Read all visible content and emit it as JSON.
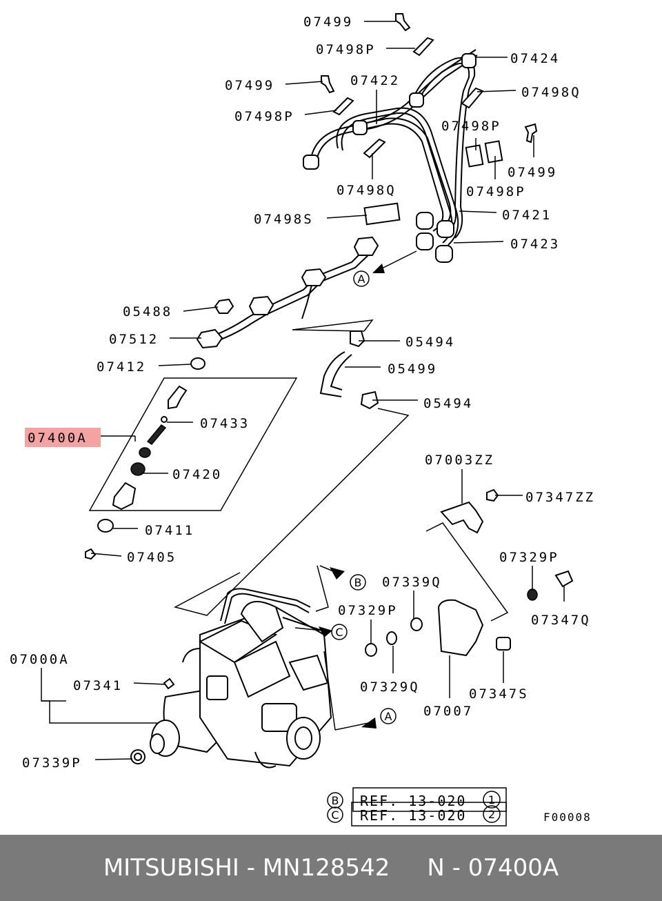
{
  "labels": {
    "l07499a": "07499",
    "l07498pa": "07498P",
    "l07424": "07424",
    "l07499b": "07499",
    "l07422": "07422",
    "l07498qa": "07498Q",
    "l07498pb": "07498P",
    "l07498pc": "07498P",
    "l07499c": "07499",
    "l07498qb": "07498Q",
    "l07498pd": "07498P",
    "l07498s": "07498S",
    "l07421": "07421",
    "l07423": "07423",
    "l05488": "05488",
    "l07512": "07512",
    "l05494a": "05494",
    "l07412": "07412",
    "l05499": "05499",
    "l05494b": "05494",
    "l07433": "07433",
    "l07400a": "07400A",
    "l07420": "07420",
    "l07411": "07411",
    "l07405": "07405",
    "l07003zz": "07003ZZ",
    "l07347zz": "07347ZZ",
    "l07329pa": "07329P",
    "l07339q": "07339Q",
    "l07329pb": "07329P",
    "l07347q": "07347Q",
    "l07000a": "07000A",
    "l07341": "07341",
    "l07329q": "07329Q",
    "l07347s": "07347S",
    "l07007": "07007",
    "l07339p": "07339P"
  },
  "markers": {
    "a1": "A",
    "a2": "A",
    "b1": "B",
    "c1": "C",
    "b2": "B",
    "c2": "C"
  },
  "refs": {
    "ref1_text": "REF. 13-020",
    "ref1_num": "1",
    "ref2_text": "REF. 13-020",
    "ref2_num": "2"
  },
  "figure_code": "F00008",
  "highlight_color": "#f4a3a3",
  "footer": {
    "text": "MITSUBISHI - MN128542     N - 07400A",
    "background": "#7a7a7a"
  }
}
